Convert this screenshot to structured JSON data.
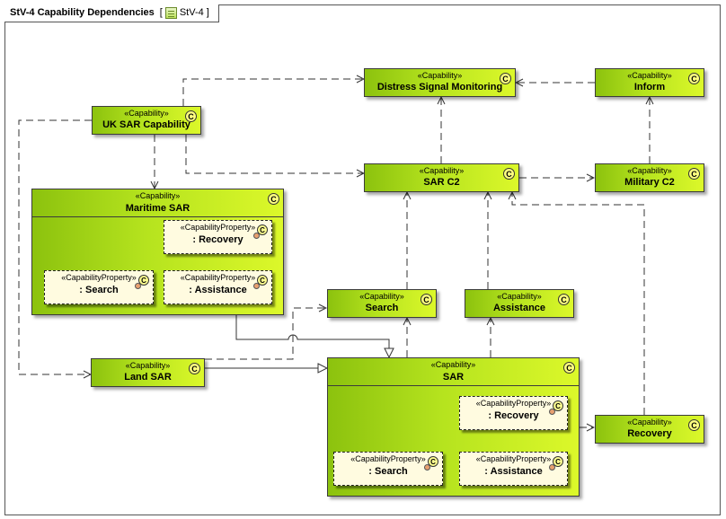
{
  "diagram": {
    "title": "StV-4 Capability Dependencies",
    "view_ref": "StV-4",
    "bracket_open": "[",
    "bracket_close": "]"
  },
  "stereotypes": {
    "capability": "«Capability»",
    "capability_property": "«CapabilityProperty»"
  },
  "icon_letter": "C",
  "capabilities": {
    "distress": "Distress Signal Monitoring",
    "inform": "Inform",
    "uk_sar": "UK SAR Capability",
    "sar_c2": "SAR C2",
    "military_c2": "Military C2",
    "maritime_sar": "Maritime SAR",
    "search": "Search",
    "assistance": "Assistance",
    "land_sar": "Land SAR",
    "sar": "SAR",
    "recovery": "Recovery"
  },
  "properties": {
    "maritime_recovery": ": Recovery",
    "maritime_search": ": Search",
    "maritime_assistance": ": Assistance",
    "sar_recovery": ": Recovery",
    "sar_search": ": Search",
    "sar_assistance": ": Assistance"
  },
  "colors": {
    "capability_fill_start": "#8cc20e",
    "capability_fill_end": "#dcf82a",
    "property_fill": "#fffbe0",
    "line": "#333333"
  }
}
